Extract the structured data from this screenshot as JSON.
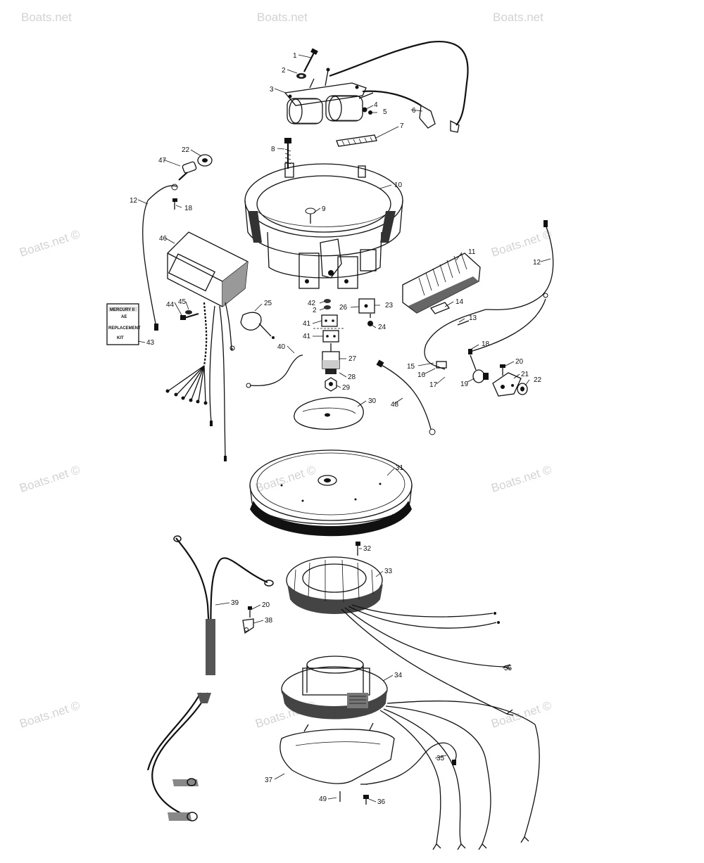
{
  "watermark": "Boats.net ©",
  "watermark_top_fragment": "Boats.net",
  "decal_label": {
    "line1": "MERCURY II",
    "line2": "AE",
    "line3": "REPLACEMENT",
    "line4": "KIT"
  },
  "colors": {
    "ink": "#111111",
    "watermark": "#d3d3d3",
    "background": "#ffffff"
  },
  "callouts": {
    "c1": "1",
    "c2": "2",
    "c3": "3",
    "c4": "4",
    "c5": "5",
    "c6": "6",
    "c7": "7",
    "c8": "8",
    "c22a": "22",
    "c47": "47",
    "c10": "10",
    "c12a": "12",
    "c9": "9",
    "c18a": "18",
    "c46": "46",
    "c11": "11",
    "c12b": "12",
    "c42": "42",
    "c2b": "2",
    "c26": "26",
    "c23": "23",
    "c14": "14",
    "c13": "13",
    "c44": "44",
    "c45": "45",
    "c25": "25",
    "c41a": "41",
    "c41b": "41",
    "c24": "24",
    "c43": "43",
    "c40": "40",
    "c27": "27",
    "c18b": "18",
    "c15": "15",
    "c20a": "20",
    "c16": "16",
    "c17": "17",
    "c19": "19",
    "c21": "21",
    "c22b": "22",
    "c28": "28",
    "c29": "29",
    "c30": "30",
    "c48": "48",
    "c31": "31",
    "c32": "32",
    "c33": "33",
    "c39": "39",
    "c20b": "20",
    "c38": "38",
    "c34": "34",
    "c35": "35",
    "c37": "37",
    "c49": "49",
    "c36": "36",
    "c35b": "35"
  }
}
